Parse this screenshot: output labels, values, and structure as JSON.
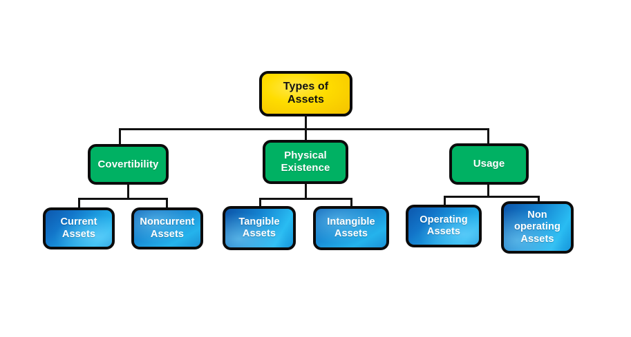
{
  "diagram": {
    "type": "hierarchy-tree",
    "title": "Types of Assets",
    "root": {
      "label": "Types of\nAssets",
      "color": "#ffdd00",
      "text_color": "#121212"
    },
    "branch_color": "#00b163",
    "leaf_color": "#1ea0e2",
    "connector_color": "#111111",
    "branches": [
      {
        "label": "Covertibility",
        "children": [
          {
            "label": "Current\nAssets"
          },
          {
            "label": "Noncurrent\nAssets"
          }
        ]
      },
      {
        "label": "Physical\nExistence",
        "children": [
          {
            "label": "Tangible\nAssets"
          },
          {
            "label": "Intangible\nAssets"
          }
        ]
      },
      {
        "label": "Usage",
        "children": [
          {
            "label": "Operating\nAssets"
          },
          {
            "label": "Non\noperating\nAssets"
          }
        ]
      }
    ]
  }
}
